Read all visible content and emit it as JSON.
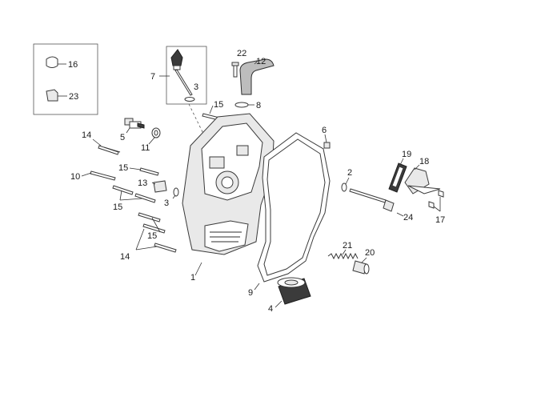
{
  "diagram": {
    "callouts": [
      {
        "id": "c1",
        "text": "1"
      },
      {
        "id": "c2",
        "text": "2"
      },
      {
        "id": "c3a",
        "text": "3"
      },
      {
        "id": "c3b",
        "text": "3"
      },
      {
        "id": "c4",
        "text": "4"
      },
      {
        "id": "c5",
        "text": "5"
      },
      {
        "id": "c6",
        "text": "6"
      },
      {
        "id": "c7",
        "text": "7"
      },
      {
        "id": "c8",
        "text": "8"
      },
      {
        "id": "c9",
        "text": "9"
      },
      {
        "id": "c10",
        "text": "10"
      },
      {
        "id": "c11",
        "text": "11"
      },
      {
        "id": "c12",
        "text": "12"
      },
      {
        "id": "c13",
        "text": "13"
      },
      {
        "id": "c14a",
        "text": "14"
      },
      {
        "id": "c14b",
        "text": "14"
      },
      {
        "id": "c15a",
        "text": "15"
      },
      {
        "id": "c15b",
        "text": "15"
      },
      {
        "id": "c15c",
        "text": "15"
      },
      {
        "id": "c15d",
        "text": "15"
      },
      {
        "id": "c16",
        "text": "16"
      },
      {
        "id": "c17",
        "text": "17"
      },
      {
        "id": "c18",
        "text": "18"
      },
      {
        "id": "c19",
        "text": "19"
      },
      {
        "id": "c20",
        "text": "20"
      },
      {
        "id": "c21",
        "text": "21"
      },
      {
        "id": "c22",
        "text": "22"
      },
      {
        "id": "c23",
        "text": "23"
      },
      {
        "id": "c24",
        "text": "24"
      }
    ]
  }
}
